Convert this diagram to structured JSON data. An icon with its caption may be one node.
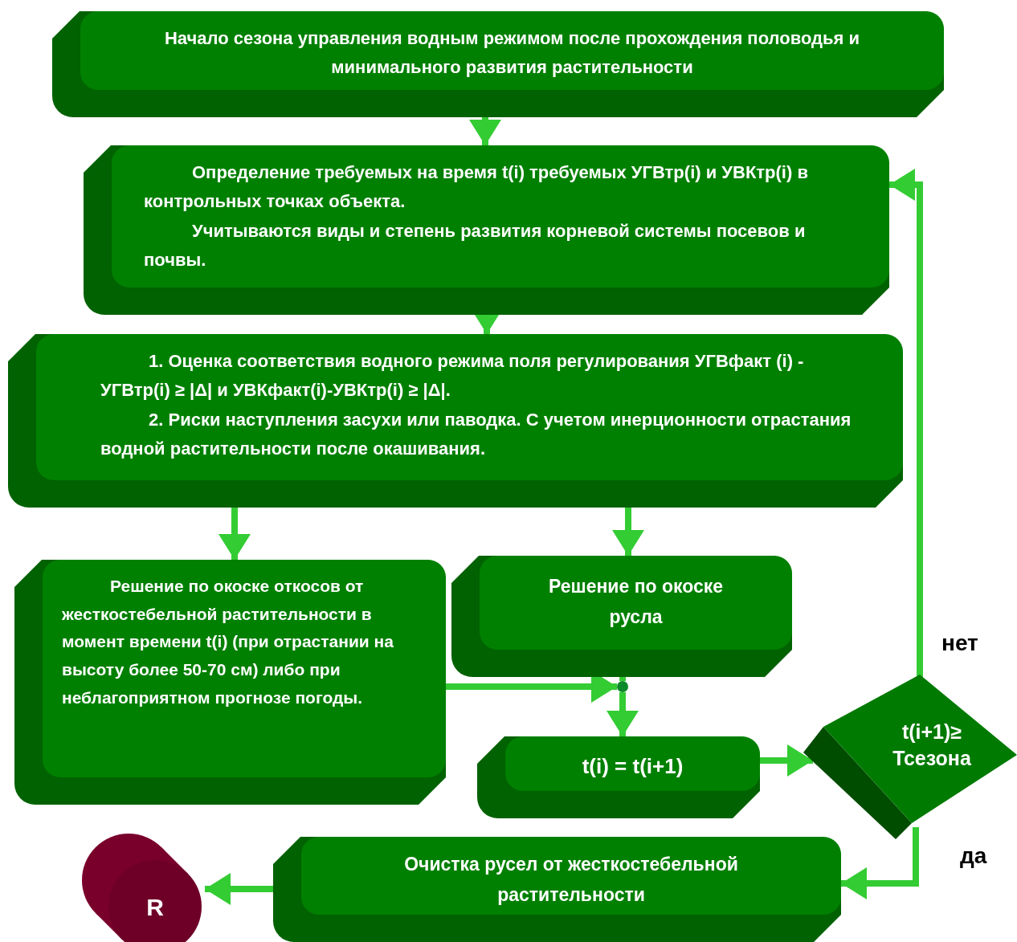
{
  "diagram": {
    "nodes": [
      {
        "text": [
          "Начало сезона управления водным режимом после прохождения половодья и минимального развития растительности"
        ]
      },
      {
        "text": [
          "Определение требуемых на время t(i) требуемых УГВтр(i) и УВКтр(i) в контрольных точках объекта.",
          "Учитываются виды и степень развития корневой системы посевов и почвы."
        ]
      },
      {
        "text": [
          "1. Оценка соответствия водного режима поля регулирования УГВфакт (i) - УГВтр(i) ≥ |Δ| и УВКфакт(i)-УВКтр(i) ≥ |Δ|.",
          "2. Риски наступления засухи или паводка. С учетом инерционности отрастания водной растительности после окашивания."
        ]
      },
      {
        "text": [
          "Решение по окоске откосов от жесткостебельной растительности в момент времени t(i) (при отрастании на высоту более 50-70 см) либо при неблагоприятном прогнозе погоды."
        ]
      },
      {
        "text": [
          "Решение по окоске русла"
        ]
      },
      {
        "text": [],
        "shape": "circle"
      },
      {
        "text": [
          "t(i) = t(i+1)"
        ]
      },
      {
        "text": [
          "t(i+1)≥ Тсезона"
        ]
      },
      {
        "text": [
          "Очистка русел от жесткостебельной растительности"
        ]
      },
      {
        "text": [
          "R"
        ]
      }
    ],
    "edges": [
      {
        "from": 0,
        "to": 1,
        "arrow": "to"
      },
      {
        "from": 1,
        "to": 2,
        "arrow": "to"
      },
      {
        "from": 2,
        "to": 3,
        "arrow": "to"
      },
      {
        "from": 2,
        "to": 4,
        "arrow": "to"
      },
      {
        "from": 3,
        "to": 5,
        "arrow": "to"
      },
      {
        "from": 4,
        "to": 5,
        "arrow": "none"
      },
      {
        "from": 5,
        "to": 6,
        "arrow": "to"
      },
      {
        "from": 6,
        "to": 7,
        "arrow": "to"
      },
      {
        "from": 7,
        "to": 1,
        "arrow": "to",
        "label": "нет"
      },
      {
        "from": 7,
        "to": 8,
        "arrow": "to",
        "label": "да"
      },
      {
        "from": 8,
        "to": 9,
        "arrow": "to"
      }
    ]
  }
}
